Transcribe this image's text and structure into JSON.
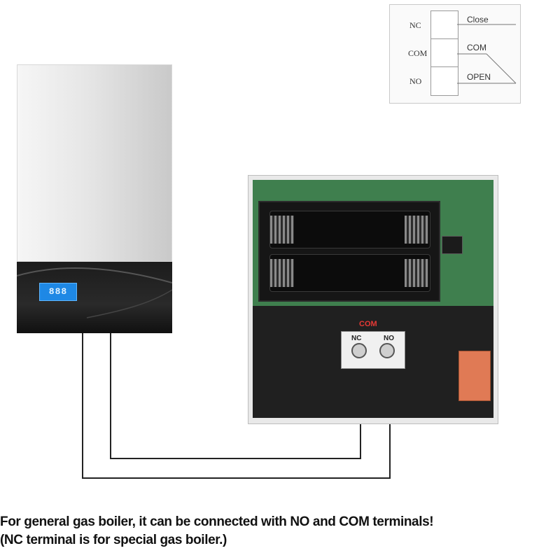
{
  "legend": {
    "terminals": [
      "NC",
      "COM",
      "NO"
    ],
    "states": [
      "Close",
      "COM",
      "OPEN"
    ]
  },
  "boiler": {
    "display_text": "888"
  },
  "thermostat": {
    "com_label": "COM",
    "terminal_labels": [
      "NC",
      "NO"
    ]
  },
  "caption": {
    "line1": "For general gas boiler, it can be connected with NO and COM terminals!",
    "line2": "(NC terminal is for special gas boiler.)"
  },
  "colors": {
    "wire": "#222222",
    "highlight_wire": "#e53935",
    "display_blue": "#1e88e5",
    "pcb_green": "#3f7f4e"
  }
}
